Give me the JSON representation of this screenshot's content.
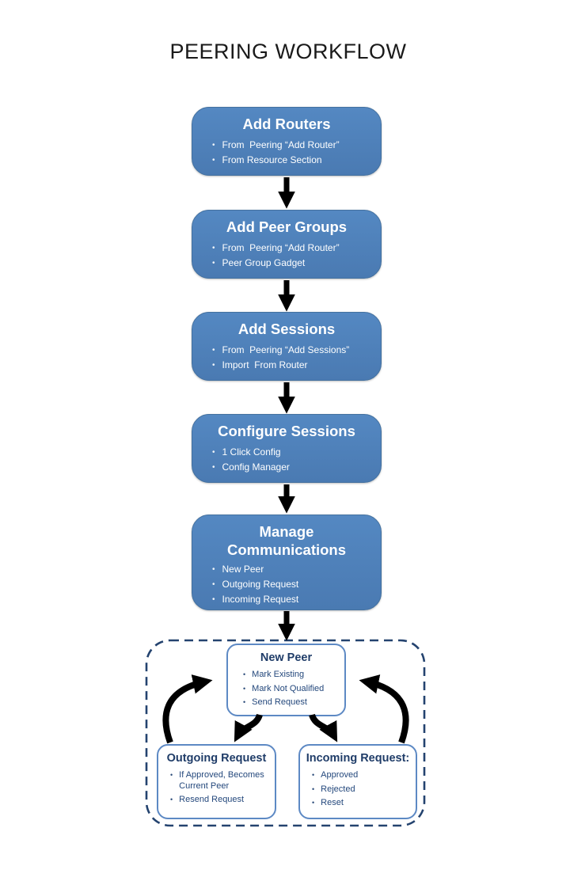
{
  "title": "PEERING WORKFLOW",
  "colors": {
    "box_blue": "#4f81bd",
    "white_box_border": "#5d89c4",
    "navy_text": "#1f3c68",
    "dashed_border": "#24436f",
    "arrow": "#000000"
  },
  "flow_steps": [
    {
      "heading": "Add Routers",
      "bullets": [
        "From  Peering “Add Router”",
        "From Resource Section"
      ]
    },
    {
      "heading": "Add Peer Groups",
      "bullets": [
        "From  Peering “Add Router”",
        "Peer Group Gadget"
      ]
    },
    {
      "heading": "Add Sessions",
      "bullets": [
        "From  Peering “Add Sessions”",
        "Import  From Router"
      ]
    },
    {
      "heading": "Configure Sessions",
      "bullets": [
        "1 Click Config",
        "Config Manager"
      ]
    },
    {
      "heading": "Manage Communications",
      "bullets": [
        "New Peer",
        "Outgoing Request",
        "Incoming Request"
      ]
    }
  ],
  "cycle": {
    "new_peer": {
      "heading": "New Peer",
      "bullets": [
        "Mark Existing",
        "Mark Not Qualified",
        "Send Request"
      ]
    },
    "outgoing": {
      "heading": "Outgoing Request",
      "bullets": [
        "If Approved, Becomes Current Peer",
        "Resend Request"
      ]
    },
    "incoming": {
      "heading": "Incoming Request:",
      "bullets": [
        "Approved",
        "Rejected",
        "Reset"
      ]
    }
  }
}
